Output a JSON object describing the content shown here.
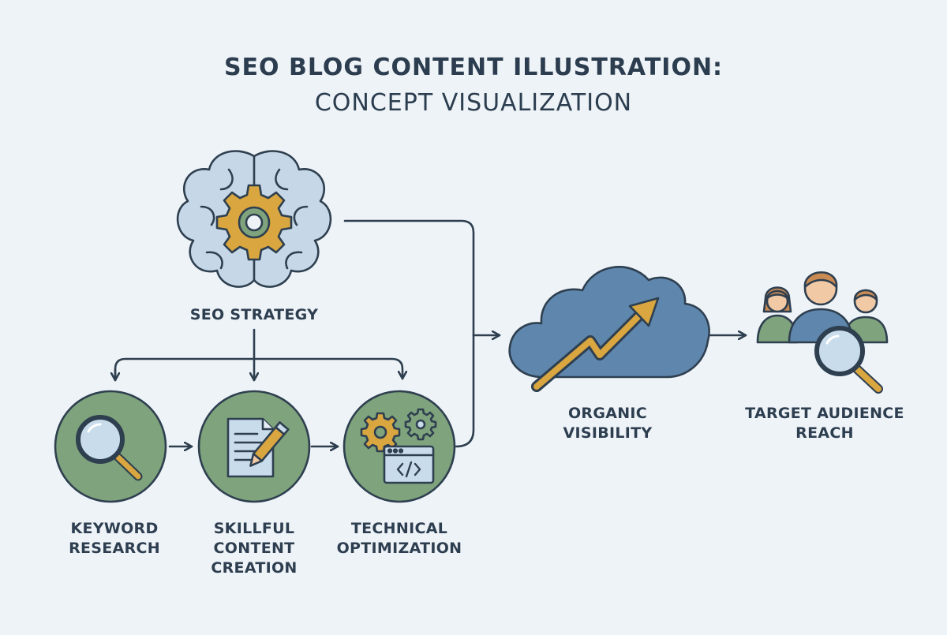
{
  "title": {
    "line1": "SEO BLOG CONTENT ILLUSTRATION:",
    "line2": "CONCEPT VISUALIZATION"
  },
  "nodes": {
    "seo_strategy": {
      "lines": [
        "SEO STRATEGY"
      ],
      "icon": "brain-gear-icon"
    },
    "keyword_research": {
      "lines": [
        "KEYWORD",
        "RESEARCH"
      ],
      "icon": "magnifier-icon"
    },
    "content_creation": {
      "lines": [
        "SKILLFUL",
        "CONTENT",
        "CREATION"
      ],
      "icon": "document-pencil-icon"
    },
    "technical_optimization": {
      "lines": [
        "TECHNICAL",
        "OPTIMIZATION"
      ],
      "icon": "gears-code-window-icon"
    },
    "organic_visibility": {
      "lines": [
        "ORGANIC",
        "VISIBILITY"
      ],
      "icon": "cloud-growth-arrow-icon"
    },
    "target_audience": {
      "lines": [
        "TARGET AUDIENCE",
        "REACH"
      ],
      "icon": "people-magnifier-icon"
    }
  },
  "colors": {
    "background": "#eef3f7",
    "outline": "#2e3f50",
    "circle_fill": "#7fa37c",
    "brain_fill": "#c6d8e8",
    "gold": "#d9a640",
    "cloud_fill": "#5f87ad",
    "person_skin": "#f2c9a5",
    "person_hair": "#c98a54",
    "person_shirt_green": "#7fa37c",
    "person_shirt_blue": "#5f87ad",
    "lens_fill": "#c9dcec"
  }
}
